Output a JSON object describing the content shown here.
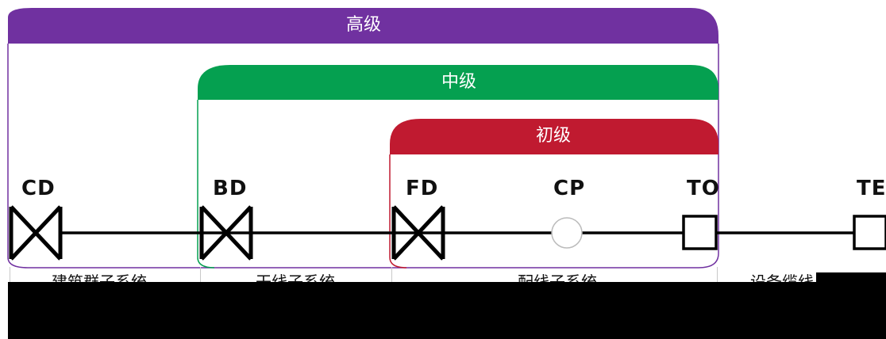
{
  "colors": {
    "advanced": "#7031a0",
    "intermediate": "#05a050",
    "basic": "#c01a30",
    "line": "#000000",
    "background": "#ffffff"
  },
  "levels": {
    "advanced": "高级",
    "intermediate": "中级",
    "basic": "初级"
  },
  "nodes": {
    "cd": "CD",
    "bd": "BD",
    "fd": "FD",
    "cp": "CP",
    "to": "TO",
    "te": "TE"
  },
  "subsystems": {
    "campus": "建筑群子系统",
    "backbone": "干线子系统",
    "horizontal": "配线子系统",
    "equipment_cable": "设备缆线"
  }
}
